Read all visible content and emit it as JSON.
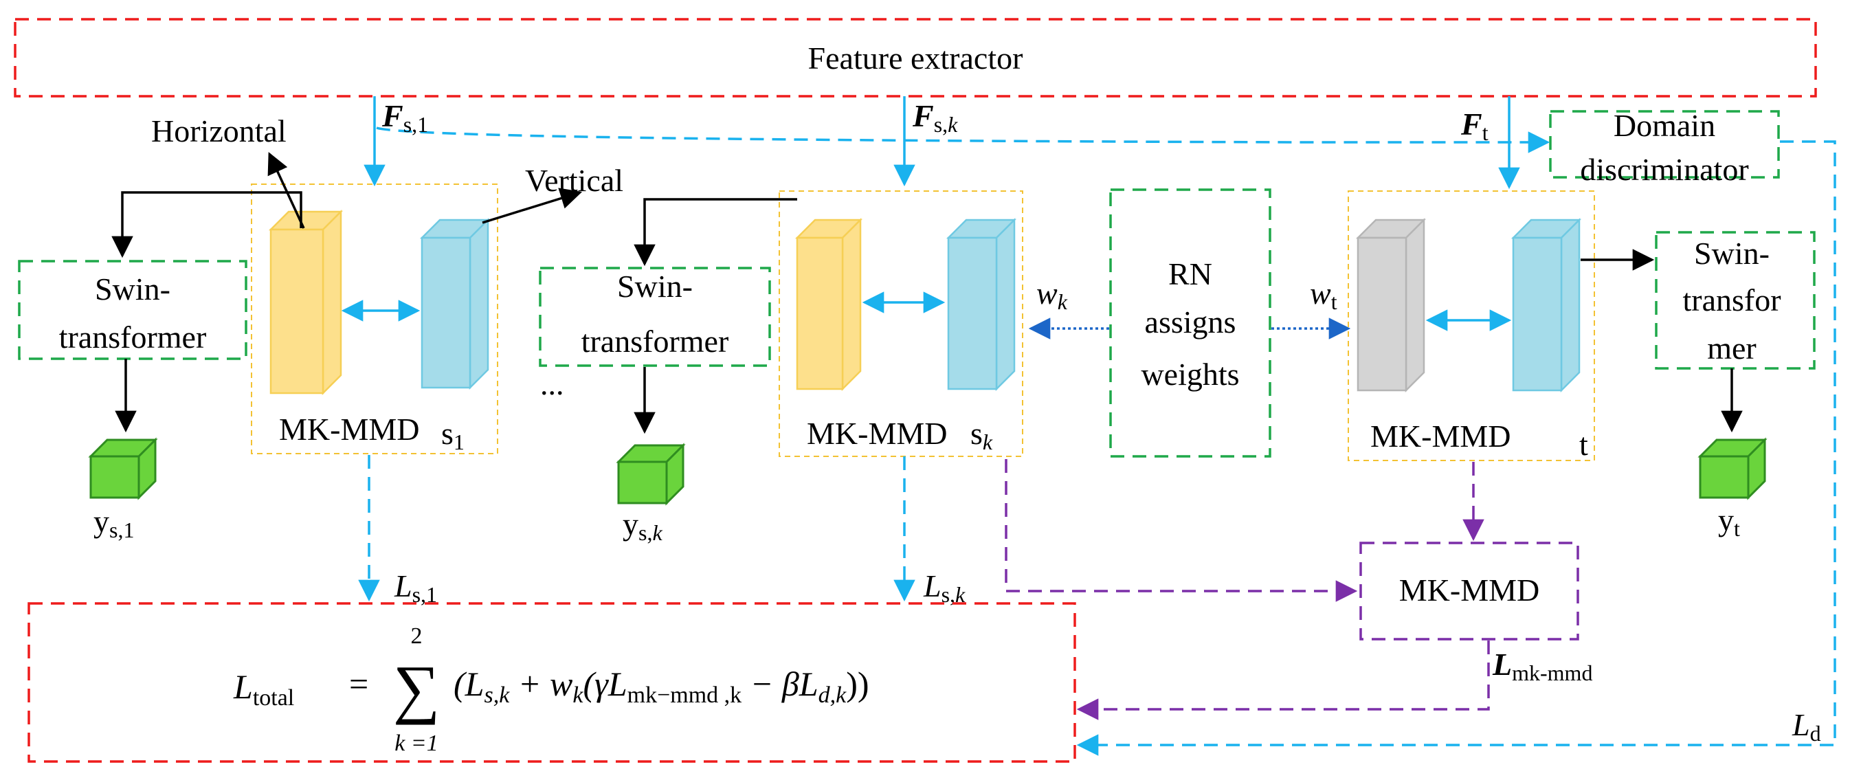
{
  "feature_extractor": {
    "label": "Feature extractor"
  },
  "features": {
    "fs1": {
      "symbol": "F",
      "sub": "s,1"
    },
    "fsk": {
      "symbol": "F",
      "sub": "s,",
      "sub_k": "k"
    },
    "ft": {
      "symbol": "F",
      "sub": "t"
    }
  },
  "domain_discriminator": {
    "line1": "Domain",
    "line2": "discriminator"
  },
  "directions": {
    "horizontal": "Horizontal",
    "vertical": "Vertical"
  },
  "swin1": {
    "line1": "Swin-",
    "line2": "transformer"
  },
  "swin2": {
    "line1": "Swin-",
    "line2": "transformer"
  },
  "swin3": {
    "line1": "Swin-",
    "line2": "transfor",
    "line3": "mer"
  },
  "mmd1": {
    "label": "MK-MMD",
    "tag": "s",
    "tag_sub": "1"
  },
  "mmd2": {
    "label": "MK-MMD",
    "tag": "s",
    "tag_sub": "k"
  },
  "mmd3": {
    "label": "MK-MMD",
    "tag": "t"
  },
  "ellipsis": "...",
  "rn": {
    "line1": "RN",
    "line2": "assigns",
    "line3": "weights"
  },
  "weights": {
    "wk": "w",
    "wk_sub": "k",
    "wt": "w",
    "wt_sub": "t"
  },
  "outputs": {
    "y1": {
      "symbol": "y",
      "sub": "s,1"
    },
    "yk": {
      "symbol": "y",
      "sub": "s,",
      "sub_k": "k"
    },
    "yt": {
      "symbol": "y",
      "sub": "t"
    }
  },
  "losses": {
    "ls1": {
      "symbol": "L",
      "sub": "s,1"
    },
    "lsk": {
      "symbol": "L",
      "sub": "s,",
      "sub_k": "k"
    },
    "lmk": {
      "symbol": "L",
      "sub": "mk-mmd"
    },
    "ld": {
      "symbol": "L",
      "sub": "d"
    }
  },
  "mmd_box": {
    "label": "MK-MMD"
  },
  "formula": {
    "lhs": "L",
    "lhs_sub": "total",
    "eq": "=",
    "sum_top": "2",
    "sum_bottom": "k =1",
    "sigma": "∑",
    "body": "(L",
    "p1": "s,k",
    "p2": " + w",
    "p3": "k",
    "p4": "(γL",
    "p5": "mk−mmd ,k",
    "p6": " − βL",
    "p7": "d,k",
    "p8": "))"
  },
  "colors": {
    "red": "#ee1c1c",
    "green": "#1fa84a",
    "blue": "#1ab2ee",
    "purple": "#7b2fa8",
    "orange": "#f3c233",
    "yellow_fill": "#fde08c",
    "yellow_edge": "#f6cf55",
    "cyan_fill": "#a5dcea",
    "cyan_edge": "#6fc9e2",
    "gray_fill": "#d4d4d4",
    "gray_edge": "#b5b5b5",
    "cube_fill": "#6ad43c",
    "cube_edge": "#2f8d20",
    "dark_blue": "#1c66c8"
  }
}
